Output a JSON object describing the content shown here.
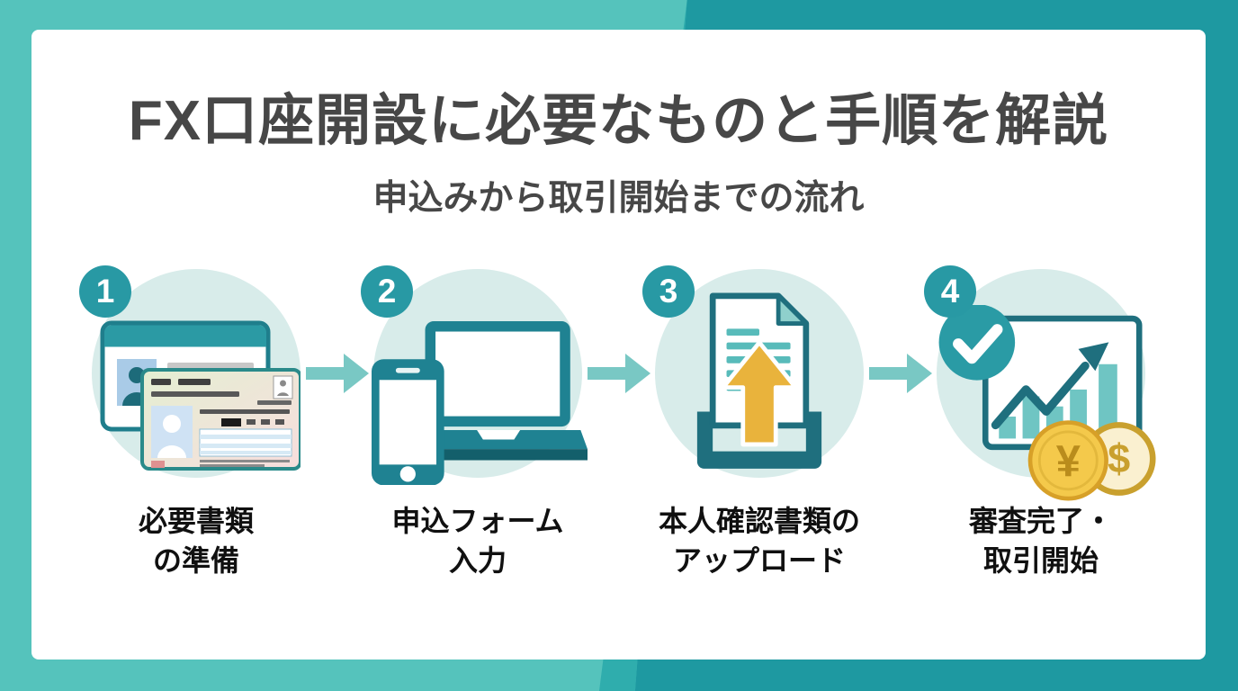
{
  "header": {
    "title": "FX口座開設に必要なものと手順を解説",
    "subtitle": "申込みから取引開始までの流れ"
  },
  "steps": [
    {
      "number": "1",
      "label_line1": "必要書類",
      "label_line2": "の準備",
      "icon": "id-cards-icon"
    },
    {
      "number": "2",
      "label_line1": "申込フォーム",
      "label_line2": "入力",
      "icon": "smartphone-laptop-icon"
    },
    {
      "number": "3",
      "label_line1": "本人確認書類の",
      "label_line2": "アップロード",
      "icon": "document-upload-icon"
    },
    {
      "number": "4",
      "label_line1": "審査完了・",
      "label_line2": "取引開始",
      "icon": "approval-chart-coins-icon"
    }
  ],
  "coins": {
    "yen": "¥",
    "dollar": "$"
  },
  "colors": {
    "frame_light": "#55c3bc",
    "frame_mid": "#2fadad",
    "frame_dark": "#1e99a1",
    "accent_teal": "#2899a4",
    "icon_dark_teal": "#1f6f7e",
    "step_circle_bg": "#d8ecea",
    "arrow_teal": "#79c8c4",
    "upload_yellow": "#e9b33c",
    "coin_gold": "#d7a028",
    "title_text": "#474747",
    "label_text": "#101010"
  }
}
